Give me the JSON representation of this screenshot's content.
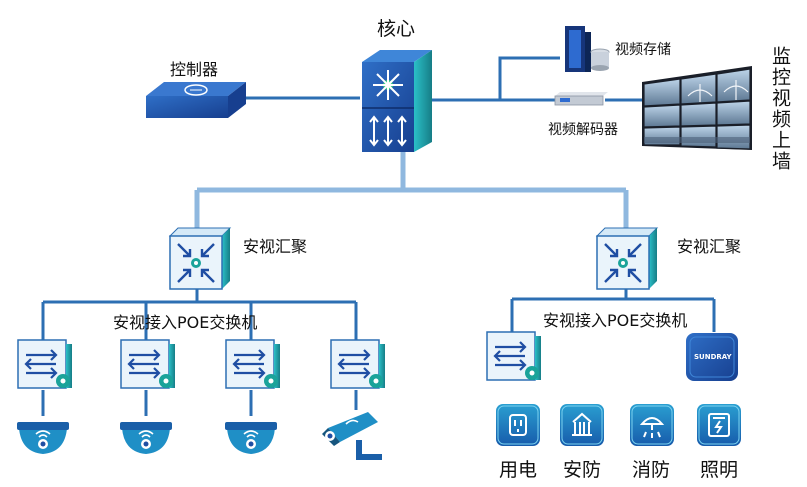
{
  "nodes": {
    "core": "核心",
    "controller": "控制器",
    "storage": "视频存储",
    "decoder": "视频解码器",
    "wall": "监控视频上墙",
    "agg_left": "安视汇聚",
    "agg_right": "安视汇聚",
    "access_left": "安视接入POE交换机",
    "access_right": "安视接入POE交换机",
    "brand_badge": "SUNDRAY",
    "terminals": [
      "用电",
      "安防",
      "消防",
      "照明"
    ]
  },
  "colors": {
    "link": "#2d6fb3",
    "link_light": "#8fb8df",
    "device_blue": "#1f4ea3",
    "device_cyan": "#1fb6c9",
    "teal": "#1aa39a"
  }
}
